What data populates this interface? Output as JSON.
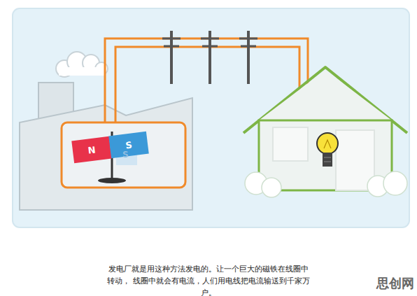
{
  "diagram": {
    "caption": "发电厂就是用这种方法发电的。让一个巨大的磁铁在线圈中转动， 线圈中就会有电流，人们用电线把电流输送到千家万户。",
    "nodes": [
      {
        "text": [
          "N"
        ]
      },
      {
        "text": [
          "S"
        ]
      }
    ],
    "edges": [],
    "labels": [
      "S",
      "思创网"
    ]
  }
}
